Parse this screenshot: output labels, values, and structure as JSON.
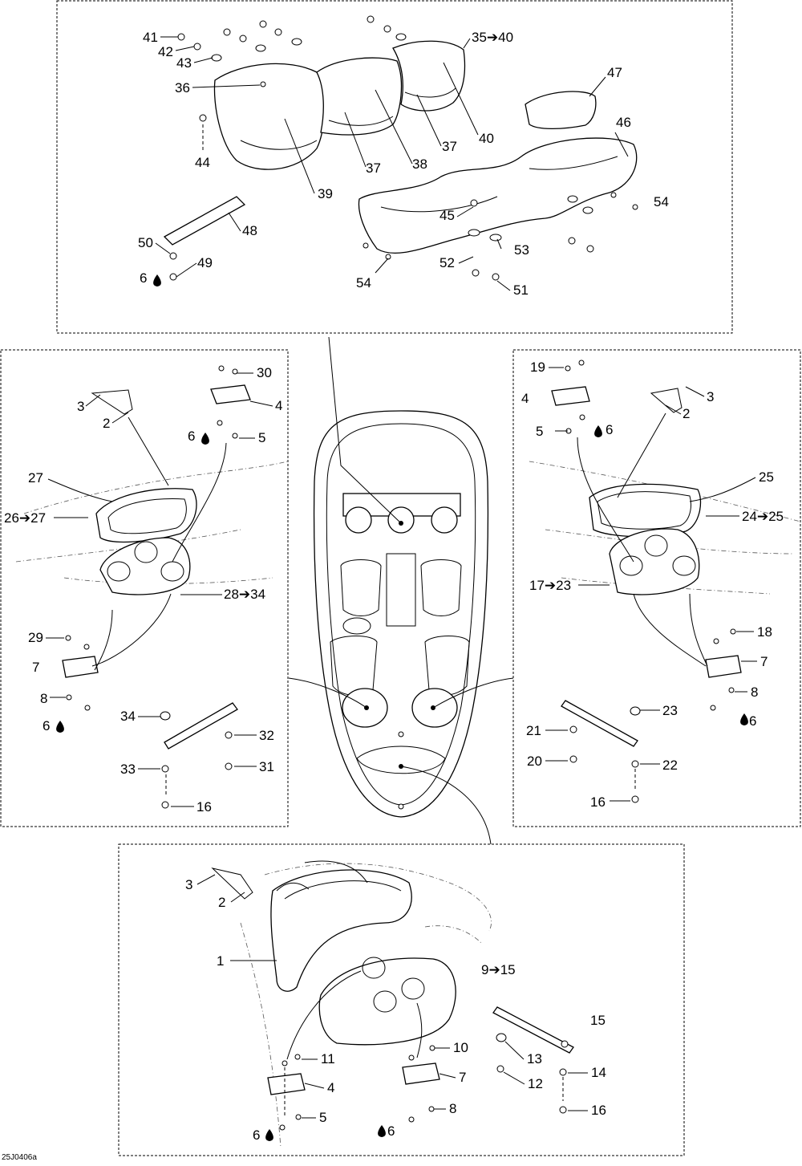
{
  "drawing_code": "25J0406a",
  "top_panel": {
    "callouts": [
      "41",
      "42",
      "43",
      "36",
      "44",
      "39",
      "37",
      "38",
      "37",
      "40",
      "35➔40",
      "47",
      "46",
      "45",
      "54",
      "53",
      "52",
      "51",
      "54",
      "48",
      "50",
      "49",
      "6"
    ]
  },
  "left_panel": {
    "callouts": [
      "3",
      "2",
      "30",
      "4",
      "6",
      "5",
      "27",
      "26➔27",
      "28➔34",
      "29",
      "7",
      "8",
      "6",
      "34",
      "32",
      "33",
      "31",
      "16"
    ]
  },
  "right_panel": {
    "callouts": [
      "19",
      "4",
      "5",
      "6",
      "3",
      "2",
      "25",
      "24➔25",
      "17➔23",
      "18",
      "7",
      "8",
      "6",
      "21",
      "23",
      "20",
      "22",
      "16"
    ]
  },
  "bottom_panel": {
    "callouts": [
      "3",
      "2",
      "1",
      "9➔15",
      "11",
      "10",
      "4",
      "7",
      "5",
      "8",
      "6",
      "6",
      "15",
      "13",
      "12",
      "14",
      "16"
    ]
  }
}
